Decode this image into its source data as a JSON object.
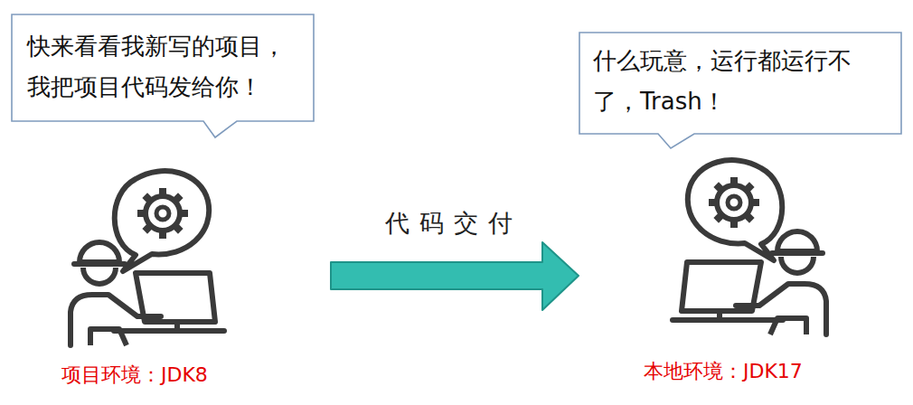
{
  "diagram": {
    "nodes": [
      {
        "text": [
          "快来看看我新写的项目，我把项目代码发给你！"
        ]
      },
      {
        "text": [
          "什么玩意，运行都运行不了，Trash！"
        ]
      }
    ],
    "labels": [
      "项目环境：JDK8",
      "本地环境：JDK17",
      "代码交付"
    ]
  }
}
